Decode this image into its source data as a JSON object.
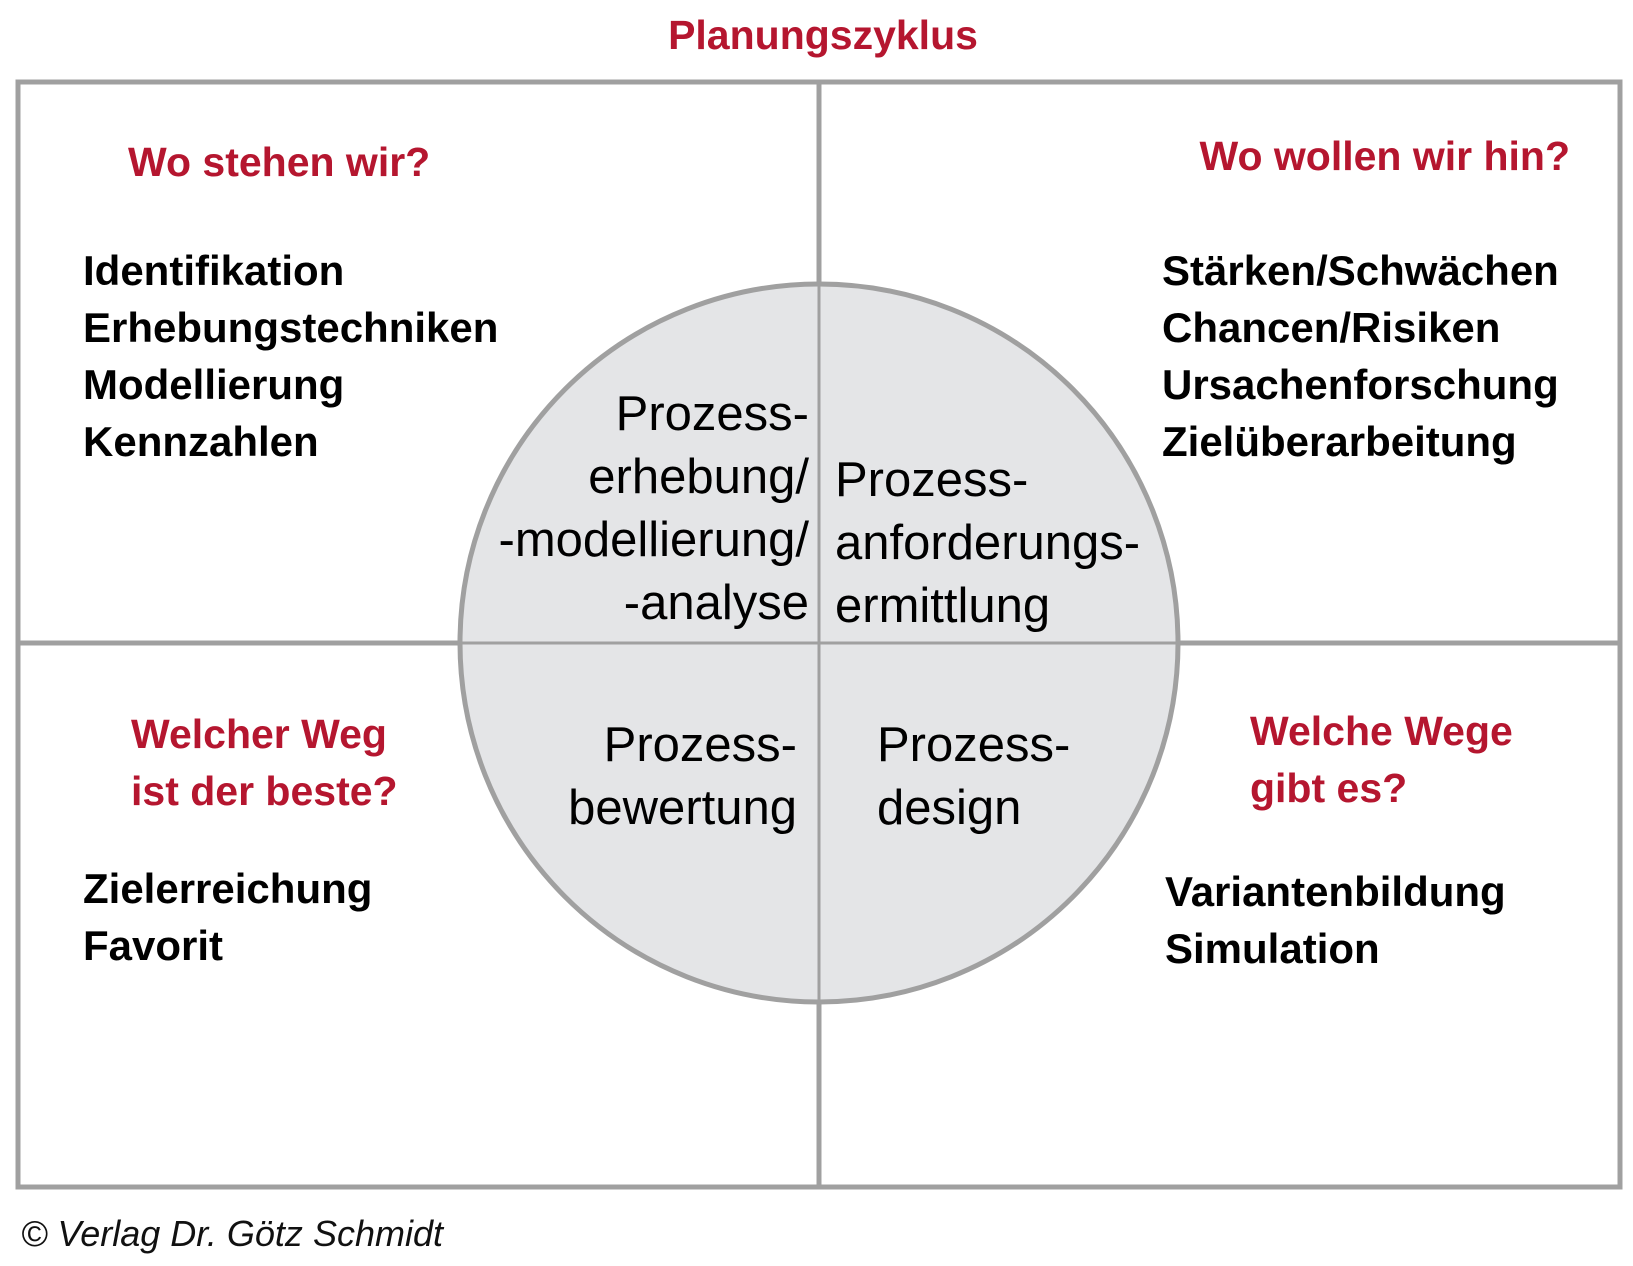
{
  "title": "Planungszyklus",
  "colors": {
    "accent": "#b5162f",
    "frame": "#a0a0a0",
    "circle_fill": "#e4e5e7"
  },
  "quadrants": {
    "top_left": {
      "question": "Wo stehen wir?",
      "items": [
        "Identifikation",
        "Erhebungstechniken",
        "Modellierung",
        "Kennzahlen"
      ]
    },
    "top_right": {
      "question": "Wo wollen wir hin?",
      "items": [
        "Stärken/Schwächen",
        "Chancen/Risiken",
        "Ursachenforschung",
        "Zielüberarbeitung"
      ]
    },
    "bottom_left": {
      "question_lines": [
        "Welcher Weg",
        "ist der beste?"
      ],
      "items": [
        "Zielerreichung",
        "Favorit"
      ]
    },
    "bottom_right": {
      "question_lines": [
        "Welche Wege",
        "gibt es?"
      ],
      "items": [
        "Variantenbildung",
        "Simulation"
      ]
    }
  },
  "circle": {
    "top_left": [
      "Prozess-",
      "erhebung/",
      "-modellierung/",
      "-analyse"
    ],
    "top_right": [
      "Prozess-",
      "anforderungs-",
      "ermittlung"
    ],
    "bottom_left": [
      "Prozess-",
      "bewertung"
    ],
    "bottom_right": [
      "Prozess-",
      "design"
    ]
  },
  "footer": "© Verlag Dr. Götz Schmidt"
}
